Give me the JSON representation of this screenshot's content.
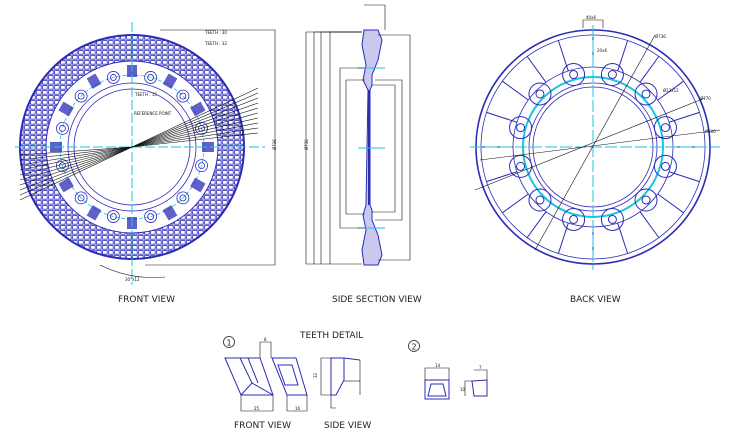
{
  "views": {
    "front": "FRONT VIEW",
    "side_section": "SIDE SECTION VIEW",
    "back": "BACK VIEW"
  },
  "front_annotations": {
    "teeth_outer": "TEETH : 30",
    "teeth_mid": "TEETH : 32",
    "teeth_inner": "TEETH : 15",
    "reference_point": "REFERENCE POINT",
    "overall_dim": "Ø736",
    "angle": "30°x12"
  },
  "back_annotations": {
    "top_slot": "40x6",
    "rib": "20x6",
    "bolt": "Ø12x12",
    "outer": "Ø736",
    "mid": "Ø770",
    "inner": "Ø500"
  },
  "teeth_detail": {
    "title": "TEETH DETAIL",
    "marker_1": "1",
    "marker_2": "2",
    "front_view": "FRONT VIEW",
    "side_view": "SIDE VIEW",
    "dims": {
      "width_a": "25",
      "width_b": "16",
      "top": "8",
      "height": "32",
      "w2": "14",
      "w3": "7",
      "h2": "10"
    }
  },
  "colors": {
    "outline": "#2b2bb8",
    "centerline": "#19c6e0",
    "dimension": "#111111"
  }
}
